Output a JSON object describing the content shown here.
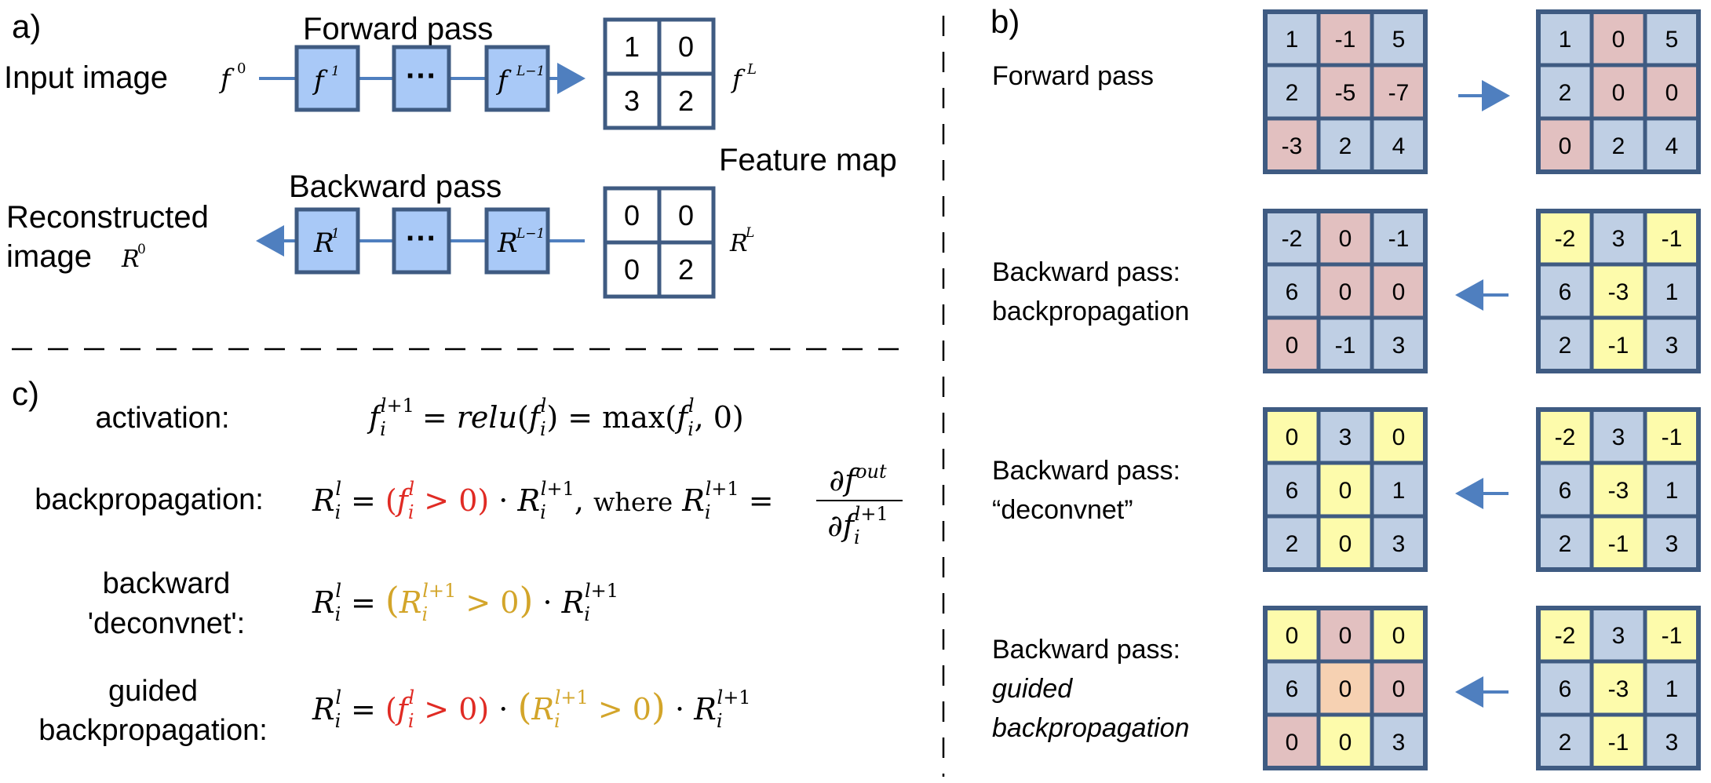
{
  "colors": {
    "border": "#3f5b82",
    "blue_cell": "#bfcfe4",
    "pink_cell": "#e2c0c0",
    "yellow_cell": "#fdfbab",
    "orange_cell": "#f6d1b2",
    "layer_box": "#a9c9f7",
    "arrow": "#4f7fbf",
    "red_text": "#e02b24",
    "gold_text": "#d3a52a"
  },
  "panel_a": {
    "label": "a)",
    "forward_title": "Forward pass",
    "input_label": "Input image",
    "input_symbol": "f",
    "input_sup": "0",
    "forward_layers": [
      {
        "sym": "f",
        "sup": "1"
      },
      {
        "sym": "···",
        "sup": ""
      },
      {
        "sym": "f",
        "sup": "L−1"
      }
    ],
    "feature_map_forward": [
      "1",
      "0",
      "3",
      "2"
    ],
    "feature_map_forward_symbol": "f",
    "feature_map_forward_sup": "L",
    "feature_map_label": "Feature map",
    "backward_title": "Backward pass",
    "reconstructed_line1": "Reconstructed",
    "reconstructed_line2": "image",
    "reconstructed_symbol": "R",
    "reconstructed_sup": "0",
    "backward_layers": [
      {
        "sym": "R",
        "sup": "1"
      },
      {
        "sym": "···",
        "sup": ""
      },
      {
        "sym": "R",
        "sup": "L−1"
      }
    ],
    "feature_map_backward": [
      "0",
      "0",
      "0",
      "2"
    ],
    "feature_map_backward_symbol": "R",
    "feature_map_backward_sup": "L"
  },
  "panel_b": {
    "label": "b)",
    "rows": [
      {
        "label_lines": [
          "Forward pass"
        ],
        "italic_lines": [],
        "arrow": "right",
        "left": {
          "values": [
            "1",
            "-1",
            "5",
            "2",
            "-5",
            "-7",
            "-3",
            "2",
            "4"
          ],
          "colors": [
            "b",
            "p",
            "b",
            "b",
            "p",
            "p",
            "p",
            "b",
            "b"
          ]
        },
        "right": {
          "values": [
            "1",
            "0",
            "5",
            "2",
            "0",
            "0",
            "0",
            "2",
            "4"
          ],
          "colors": [
            "b",
            "p",
            "b",
            "b",
            "p",
            "p",
            "p",
            "b",
            "b"
          ]
        }
      },
      {
        "label_lines": [
          "Backward pass:",
          "backpropagation"
        ],
        "italic_lines": [],
        "arrow": "left",
        "left": {
          "values": [
            "-2",
            "0",
            "-1",
            "6",
            "0",
            "0",
            "0",
            "-1",
            "3"
          ],
          "colors": [
            "b",
            "p",
            "b",
            "b",
            "p",
            "p",
            "p",
            "b",
            "b"
          ]
        },
        "right": {
          "values": [
            "-2",
            "3",
            "-1",
            "6",
            "-3",
            "1",
            "2",
            "-1",
            "3"
          ],
          "colors": [
            "y",
            "b",
            "y",
            "b",
            "y",
            "b",
            "b",
            "y",
            "b"
          ]
        }
      },
      {
        "label_lines": [
          "Backward pass:",
          "“deconvnet”"
        ],
        "italic_lines": [],
        "arrow": "left",
        "left": {
          "values": [
            "0",
            "3",
            "0",
            "6",
            "0",
            "1",
            "2",
            "0",
            "3"
          ],
          "colors": [
            "y",
            "b",
            "y",
            "b",
            "y",
            "b",
            "b",
            "y",
            "b"
          ]
        },
        "right": {
          "values": [
            "-2",
            "3",
            "-1",
            "6",
            "-3",
            "1",
            "2",
            "-1",
            "3"
          ],
          "colors": [
            "y",
            "b",
            "y",
            "b",
            "y",
            "b",
            "b",
            "y",
            "b"
          ]
        }
      },
      {
        "label_lines": [
          "Backward pass:"
        ],
        "italic_lines": [
          "guided",
          "backpropagation"
        ],
        "arrow": "left",
        "left": {
          "values": [
            "0",
            "0",
            "0",
            "6",
            "0",
            "0",
            "0",
            "0",
            "3"
          ],
          "colors": [
            "y",
            "p",
            "y",
            "b",
            "o",
            "p",
            "p",
            "y",
            "b"
          ]
        },
        "right": {
          "values": [
            "-2",
            "3",
            "-1",
            "6",
            "-3",
            "1",
            "2",
            "-1",
            "3"
          ],
          "colors": [
            "y",
            "b",
            "y",
            "b",
            "y",
            "b",
            "b",
            "y",
            "b"
          ]
        }
      }
    ]
  },
  "panel_c": {
    "label": "c)",
    "rows": [
      {
        "label_lines": [
          "activation:"
        ]
      },
      {
        "label_lines": [
          "backpropagation:"
        ]
      },
      {
        "label_lines": [
          "backward",
          "'deconvnet':"
        ]
      },
      {
        "label_lines": [
          "guided",
          "backpropagation:"
        ]
      }
    ],
    "where_text": "where",
    "relu_text": "relu",
    "max_text": "max",
    "d_symbol": "∂",
    "out_sup": "out"
  }
}
